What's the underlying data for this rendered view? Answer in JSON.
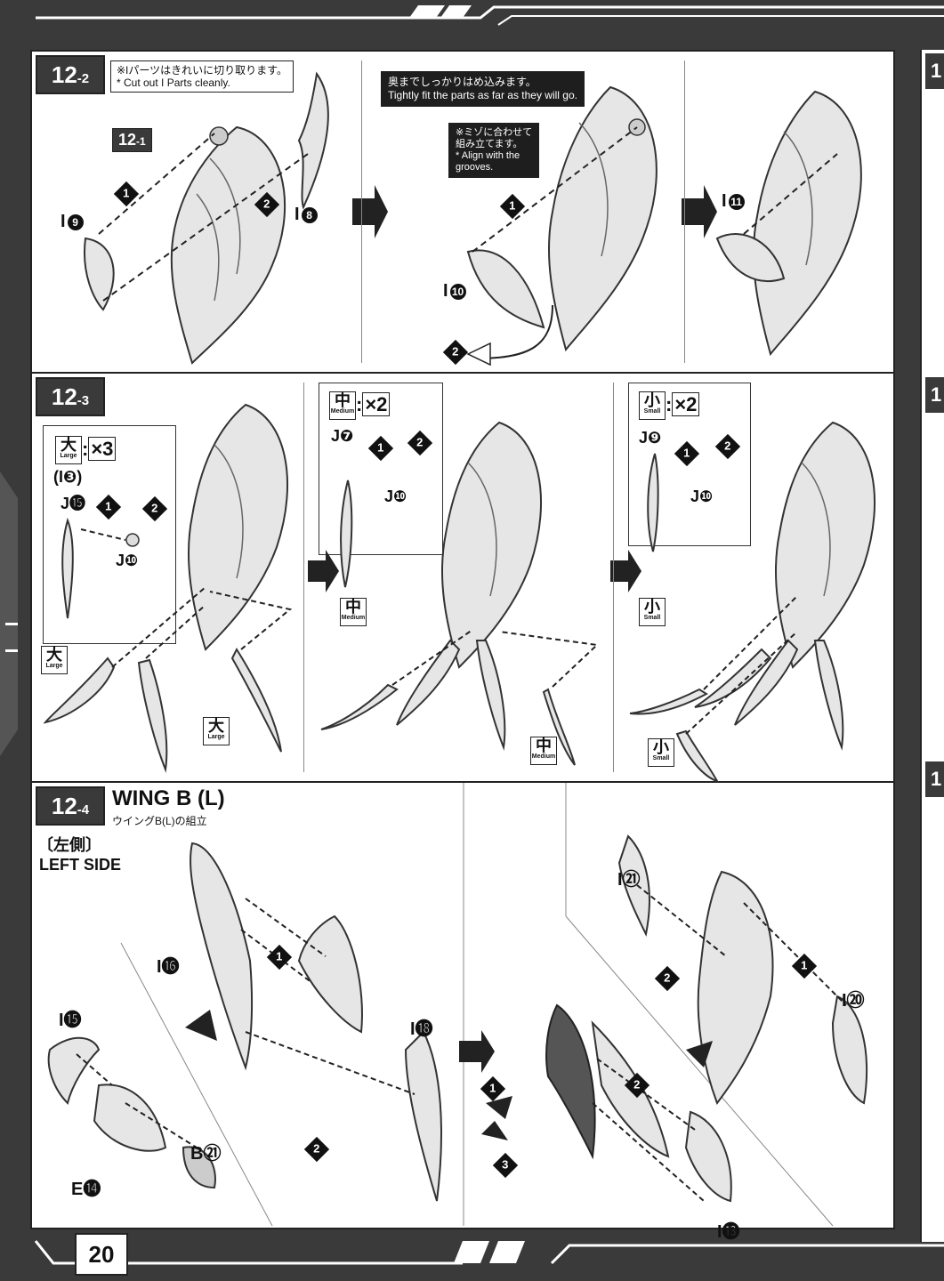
{
  "page": {
    "number": "20",
    "side_tabs": [
      "1",
      "1",
      "1"
    ]
  },
  "step_12_2": {
    "tag_main": "12",
    "tag_sub": "-2",
    "note_jp": "※Iパーツはきれいに切り取ります。",
    "note_en": "* Cut out I Parts cleanly.",
    "ref_main": "12",
    "ref_sub": "-1",
    "parts": [
      "I",
      "I",
      "I",
      "I"
    ],
    "part_nums": [
      "9",
      "8",
      "10",
      "11"
    ],
    "fit_note_jp": "奥までしっかりはめ込みます。",
    "fit_note_en": "Tightly fit the parts as far as they will go.",
    "groove_note_jp1": "※ミゾに合わせて",
    "groove_note_jp2": "組み立てます。",
    "groove_note_en1": "* Align with the",
    "groove_note_en2": "grooves."
  },
  "step_12_3": {
    "tag_main": "12",
    "tag_sub": "-3",
    "large_jp": "大",
    "large_en": "Large",
    "medium_jp": "中",
    "medium_en": "Medium",
    "small_jp": "小",
    "small_en": "Small",
    "qty_large": "×3",
    "qty_medium": "×2",
    "qty_small": "×2",
    "colon": ":",
    "alt_part": "(I❸)",
    "part_j15": "J⓯",
    "part_j10": "J❿",
    "part_j7": "J❼",
    "part_j9": "J❾"
  },
  "step_12_4": {
    "tag_main": "12",
    "tag_sub": "-4",
    "title_en": "WING B (L)",
    "title_jp": "ウイングB(L)の組立",
    "side_jp": "〔左側〕",
    "side_en": "LEFT SIDE",
    "part_i16": "I⓰",
    "part_i15": "I⓯",
    "part_i18": "I⓲",
    "part_e14": "E⓮",
    "part_b21": "B㉑",
    "part_i21": "I㉑",
    "part_i20": "I⑳",
    "part_i13": "I⓭"
  },
  "step_numbers": [
    "1",
    "2",
    "3"
  ]
}
